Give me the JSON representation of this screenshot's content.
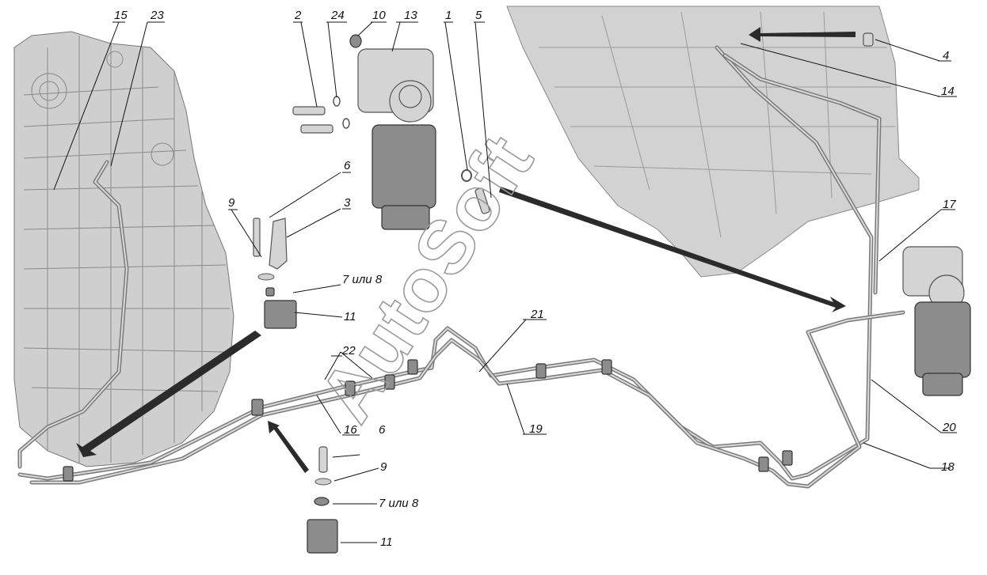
{
  "diagram": {
    "watermark": "AutoSoft",
    "callouts": [
      {
        "id": "c15",
        "text": "15"
      },
      {
        "id": "c23",
        "text": "23"
      },
      {
        "id": "c2",
        "text": "2"
      },
      {
        "id": "c24",
        "text": "24"
      },
      {
        "id": "c10",
        "text": "10"
      },
      {
        "id": "c13",
        "text": "13"
      },
      {
        "id": "c1",
        "text": "1"
      },
      {
        "id": "c5",
        "text": "5"
      },
      {
        "id": "c4",
        "text": "4"
      },
      {
        "id": "c14",
        "text": "14"
      },
      {
        "id": "c6a",
        "text": "6"
      },
      {
        "id": "c9a",
        "text": "9"
      },
      {
        "id": "c3",
        "text": "3"
      },
      {
        "id": "c78a",
        "text": "7 или 8"
      },
      {
        "id": "c11a",
        "text": "11"
      },
      {
        "id": "c17",
        "text": "17"
      },
      {
        "id": "c21",
        "text": "21"
      },
      {
        "id": "c22",
        "text": "22"
      },
      {
        "id": "c16",
        "text": "16"
      },
      {
        "id": "c6b",
        "text": "6"
      },
      {
        "id": "c19",
        "text": "19"
      },
      {
        "id": "c20",
        "text": "20"
      },
      {
        "id": "c9b",
        "text": "9"
      },
      {
        "id": "c18",
        "text": "18"
      },
      {
        "id": "c78b",
        "text": "7 или 8"
      },
      {
        "id": "c11b",
        "text": "11"
      }
    ]
  }
}
